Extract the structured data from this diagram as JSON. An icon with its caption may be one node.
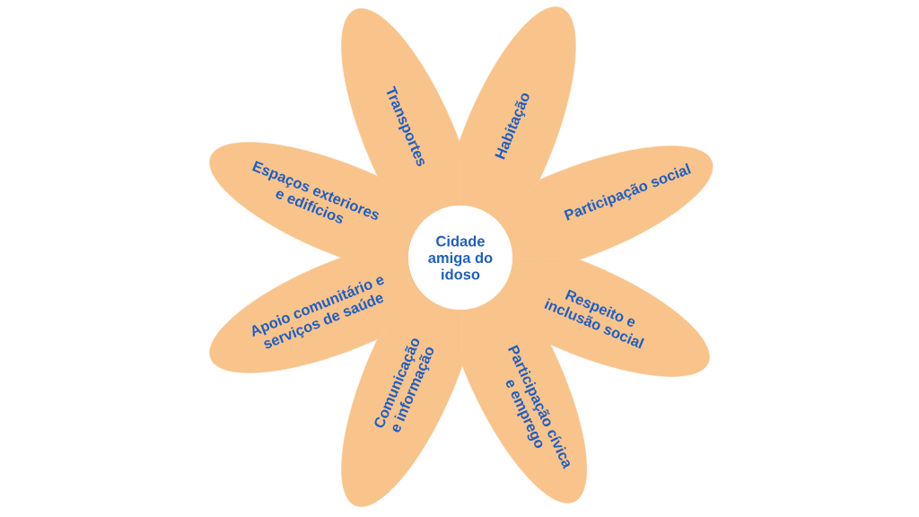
{
  "diagram": {
    "nodes": [
      {
        "text": [
          "Cidade amiga do idoso"
        ]
      },
      {
        "text": [
          "Espaços exteriores e edifícios"
        ]
      },
      {
        "text": [
          "Transportes"
        ]
      },
      {
        "text": [
          "Habitação"
        ]
      },
      {
        "text": [
          "Participação social"
        ]
      },
      {
        "text": [
          "Respeito e inclusão social"
        ]
      },
      {
        "text": [
          "Participação cívica e emprego"
        ]
      },
      {
        "text": [
          "Comunicação e informação"
        ]
      },
      {
        "text": [
          "Apoio comunitário e serviços de saúde"
        ]
      }
    ]
  }
}
